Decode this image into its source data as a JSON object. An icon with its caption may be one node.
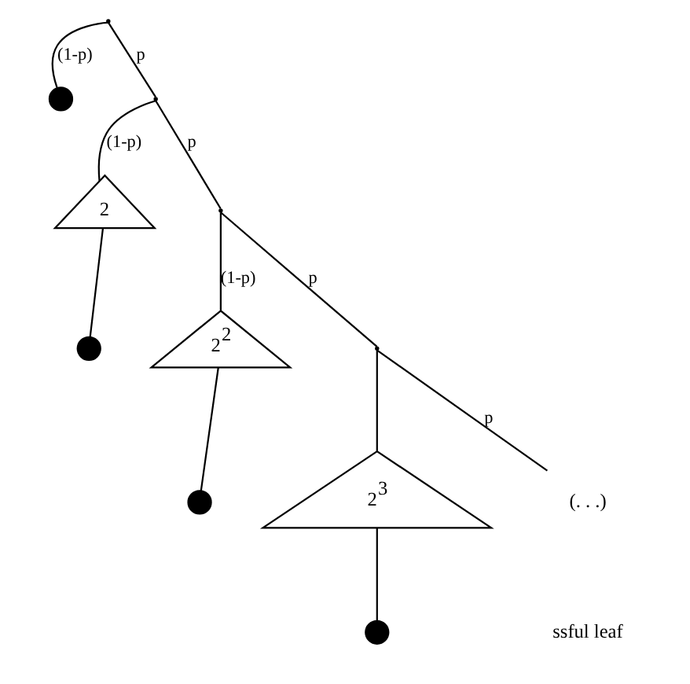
{
  "diagram": {
    "nodes": [
      {
        "text": [],
        "shape": "point"
      },
      {
        "text": [],
        "shape": "circle"
      },
      {
        "text": [],
        "shape": "point"
      },
      {
        "text": [
          "2"
        ]
      },
      {
        "text": [],
        "shape": "circle"
      },
      {
        "text": [],
        "shape": "point"
      },
      {
        "text": [
          "2$^{2}$"
        ]
      },
      {
        "text": [],
        "shape": "circle"
      },
      {
        "text": [],
        "shape": "point"
      },
      {
        "text": [
          "2$^{3}$"
        ]
      },
      {
        "text": [],
        "shape": "circle"
      },
      {
        "text": [
          "(. . .)"
        ]
      }
    ],
    "edges": [
      {
        "from": 0,
        "to": 1,
        "arrow": "none",
        "label": "(1-p)"
      },
      {
        "from": 0,
        "to": 2,
        "arrow": "none",
        "label": "p"
      },
      {
        "from": 2,
        "to": 3,
        "arrow": "none",
        "label": "(1-p)"
      },
      {
        "from": 2,
        "to": 5,
        "arrow": "none",
        "label": "p"
      },
      {
        "from": 3,
        "to": 4,
        "arrow": "none"
      },
      {
        "from": 5,
        "to": 6,
        "arrow": "none",
        "label": "(1-p)"
      },
      {
        "from": 5,
        "to": 8,
        "arrow": "none",
        "label": "p"
      },
      {
        "from": 6,
        "to": 7,
        "arrow": "none"
      },
      {
        "from": 8,
        "to": 9,
        "arrow": "none"
      },
      {
        "from": 8,
        "to": 11,
        "arrow": "none",
        "label": "p"
      },
      {
        "from": 9,
        "to": 10,
        "arrow": "none"
      }
    ],
    "labels": [
      "ssful leaf"
    ]
  }
}
